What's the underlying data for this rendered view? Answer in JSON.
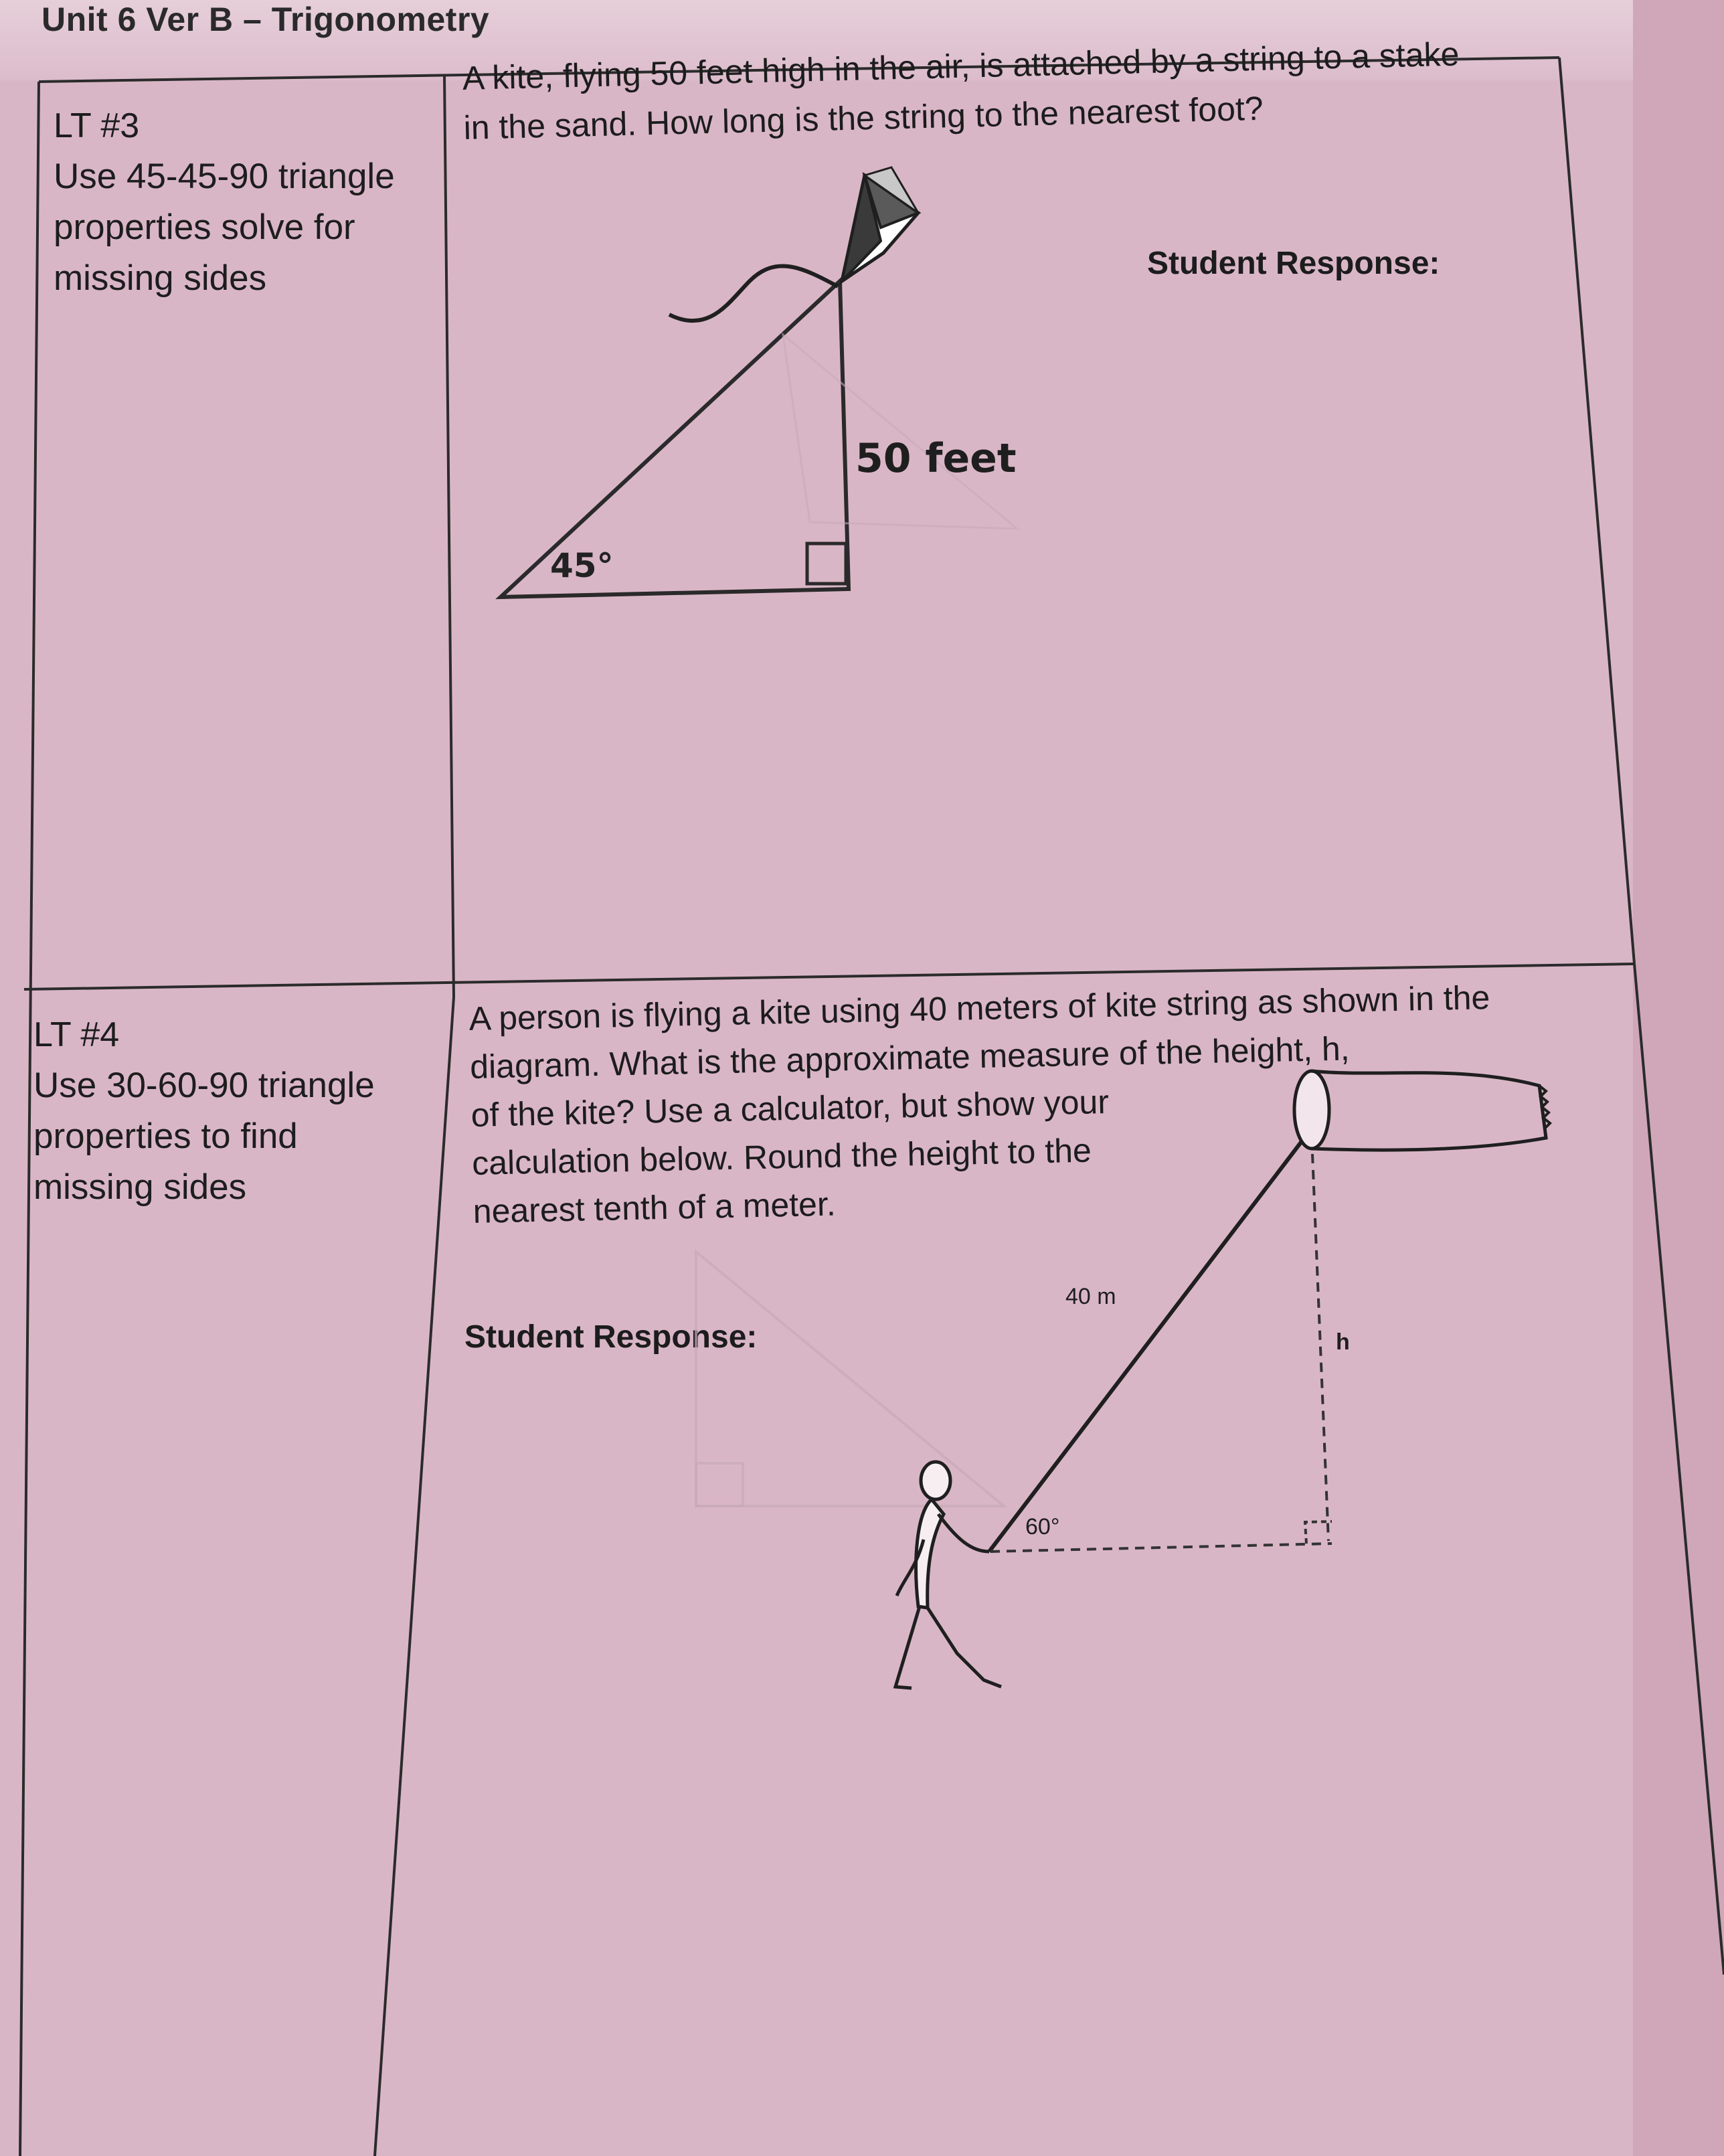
{
  "header": {
    "title": "Unit 6 Ver B – Trigonometry"
  },
  "sections": [
    {
      "lt_label": "LT #3",
      "lt_text": [
        "Use 45-45-90 triangle",
        "properties solve for",
        "missing sides"
      ],
      "prompt": [
        "A kite, flying 50 feet high in the air, is attached by a string to a stake",
        "in the sand. How long is the string to the nearest foot?"
      ],
      "response_label": "Student Response:",
      "diagram": {
        "angle_label": "45°",
        "side_label": "50 feet"
      }
    },
    {
      "lt_label": "LT #4",
      "lt_text": [
        "Use 30-60-90 triangle",
        "properties to find",
        "missing sides"
      ],
      "prompt": [
        "A person is flying a kite using 40 meters of kite string as shown in the",
        "diagram. What is the approximate measure of the height, h,",
        "of the kite? Use a calculator, but show your",
        "calculation below. Round the height to the",
        "nearest tenth of a meter."
      ],
      "response_label": "Student Response:",
      "diagram": {
        "string_label": "40 m",
        "height_label": "h",
        "angle_label": "60°"
      }
    }
  ]
}
